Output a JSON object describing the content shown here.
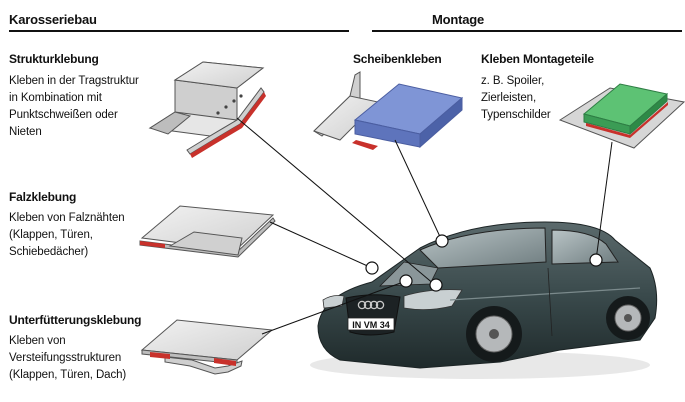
{
  "header": {
    "left": "Karosseriebau",
    "right": "Montage"
  },
  "sections": {
    "strukturklebung": {
      "title": "Strukturklebung",
      "lines": [
        "Kleben in der Tragstruktur",
        "in Kombination mit",
        "Punktschweißen oder",
        "Nieten"
      ]
    },
    "falzklebung": {
      "title": "Falzklebung",
      "lines": [
        "Kleben von Falznähten",
        "(Klappen, Türen,",
        "Schiebedächer)"
      ]
    },
    "unterfuetterung": {
      "title": "Unterfütterungsklebung",
      "lines": [
        "Kleben von",
        "Versteifungsstrukturen",
        "(Klappen, Türen, Dach)"
      ]
    },
    "scheibenkleben": {
      "title": "Scheibenkleben"
    },
    "montageteile": {
      "title": "Kleben Montageteile",
      "lines": [
        "z. B. Spoiler,",
        "Zierleisten,",
        "Typenschilder"
      ]
    }
  },
  "car": {
    "plate": "IN VM 34"
  },
  "colors": {
    "adhesive_red": "#c8312b",
    "glass_blue": "#6f86c9",
    "part_green": "#3aa35a",
    "sheet_grey": "#d9d9d9",
    "car_body": "#3a4a4c"
  }
}
